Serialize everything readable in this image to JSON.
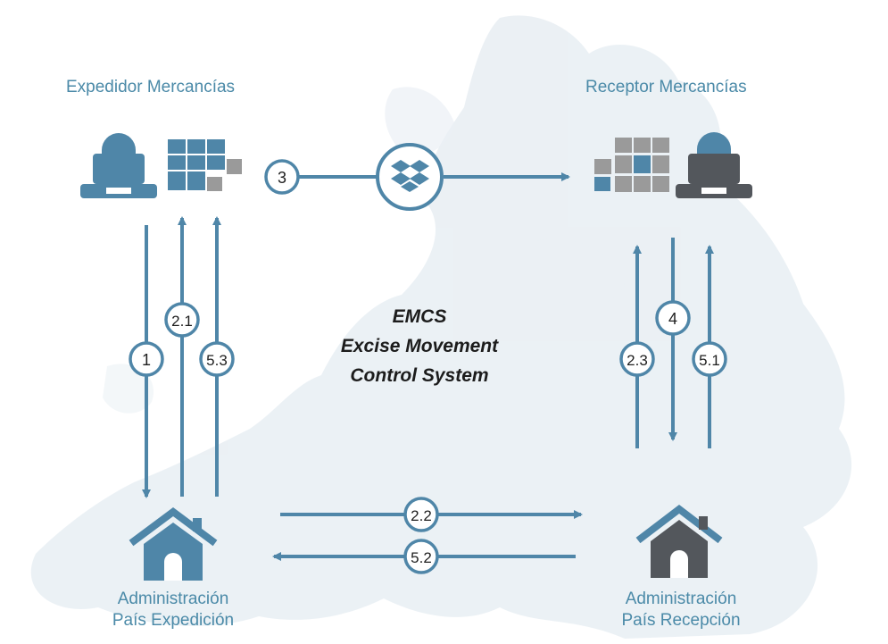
{
  "labels": {
    "sender": "Expedidor Mercancías",
    "receiver": "Receptor Mercancías",
    "admin_sender": [
      "Administración",
      "País Expedición"
    ],
    "admin_receiver": [
      "Administración",
      "País Recepción"
    ]
  },
  "title": [
    "EMCS",
    "Excise Movement",
    "Control System"
  ],
  "steps": {
    "s1": "1",
    "s2_1": "2.1",
    "s2_2": "2.2",
    "s2_3": "2.3",
    "s3": "3",
    "s4": "4",
    "s5_1": "5.1",
    "s5_2": "5.2",
    "s5_3": "5.3"
  },
  "colors": {
    "flow": "#4f86a8",
    "label_text": "#4b8aa8",
    "grey": "#8c8c8c",
    "dark_grey": "#4e5257",
    "map": "#e6ecf1"
  },
  "icons": [
    "user-computer-icon",
    "data-grid-icon",
    "dropbox-icon",
    "house-icon"
  ]
}
